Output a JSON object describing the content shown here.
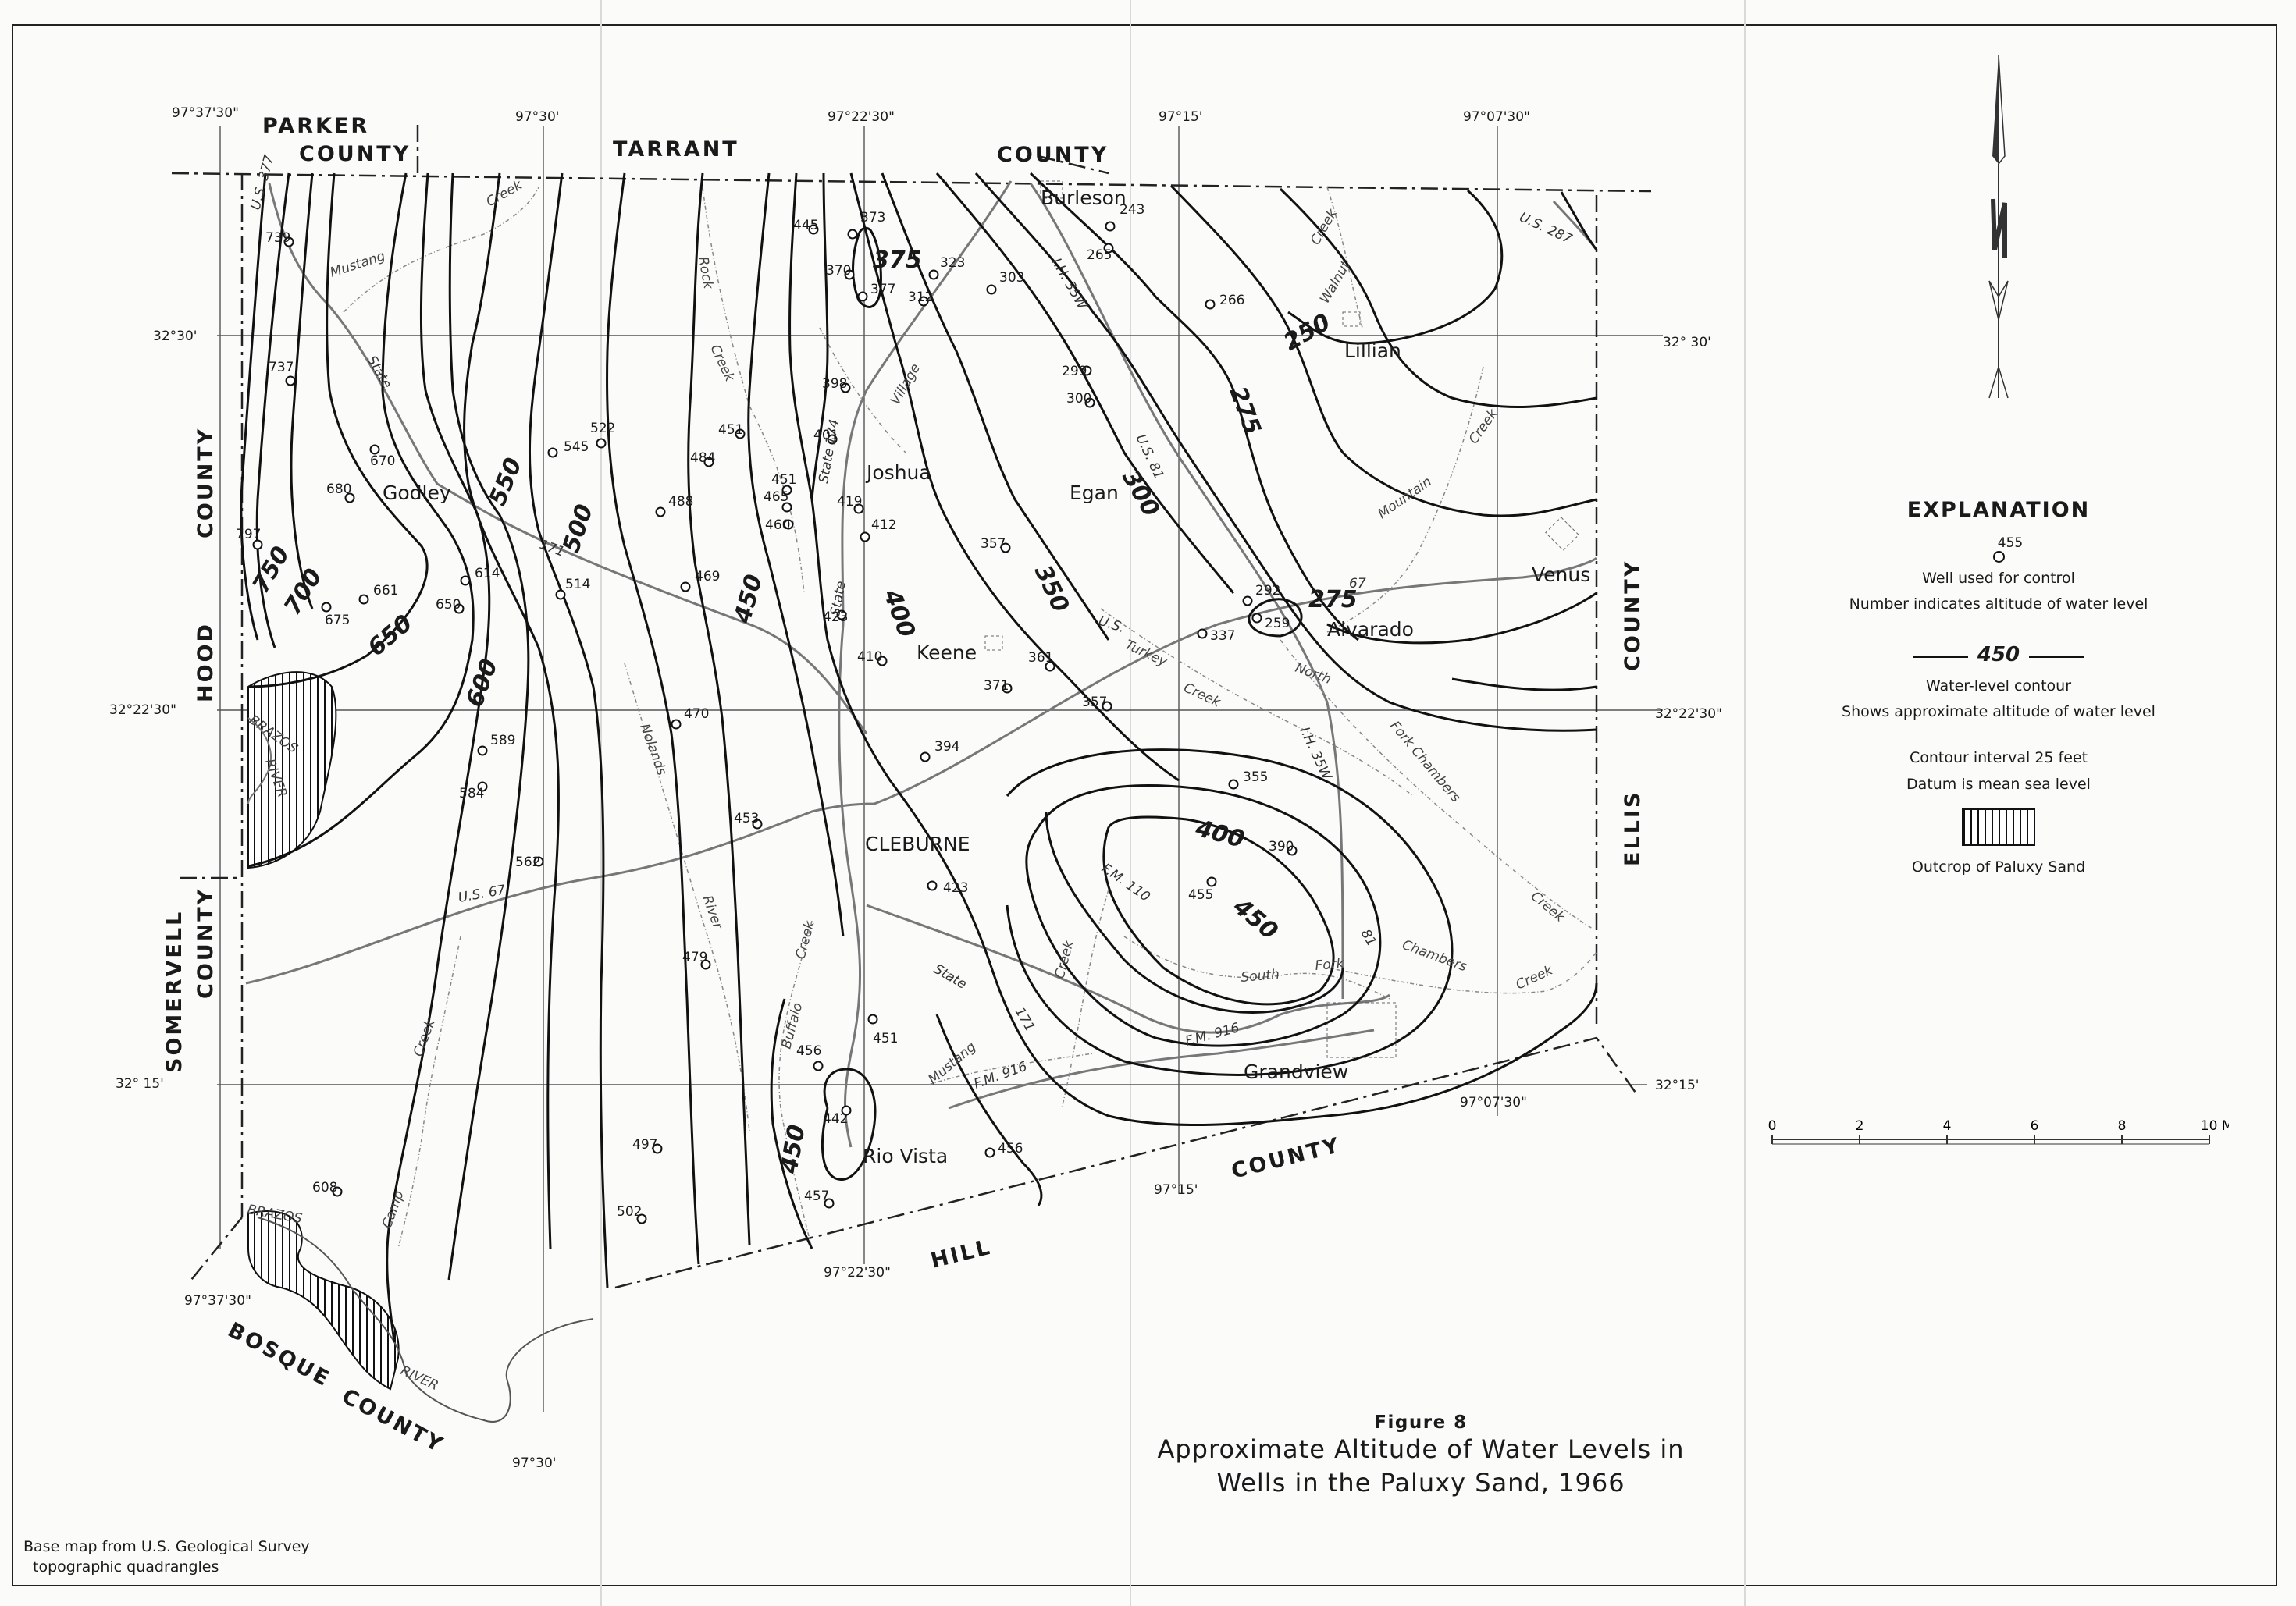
{
  "counties": {
    "parker": "PARKER",
    "parker_county": "COUNTY",
    "tarrant": "TARRANT",
    "tarrant_county": "COUNTY",
    "hood": "HOOD",
    "hood_county": "COUNTY",
    "somervell": "SOMERVELL",
    "somervell_county": "COUNTY",
    "ellis": "ELLIS",
    "ellis_county": "COUNTY",
    "hill": "HILL",
    "hill_county": "COUNTY",
    "bosque": "BOSQUE",
    "bosque_county": "COUNTY"
  },
  "towns": {
    "burleson": "Burleson",
    "lillian": "Lillian",
    "joshua": "Joshua",
    "godley": "Godley",
    "egan": "Egan",
    "venus": "Venus",
    "alvarado": "Alvarado",
    "keene": "Keene",
    "cleburne": "CLEBURNE",
    "grandview": "Grandview",
    "rio_vista": "Rio Vista"
  },
  "coordinates": {
    "lon_1a": "97°37'30\"",
    "lon_2a": "97°30'",
    "lon_3a": "97°22'30\"",
    "lon_4a": "97°15'",
    "lon_5a": "97°07'30\"",
    "lat_1l": "32°30'",
    "lat_1r": "32° 30'",
    "lat_2l": "32°22'30\"",
    "lat_2r": "32°22'30\"",
    "lat_3l": "32° 15'",
    "lat_3r": "32°15'",
    "lon_1b": "97°37'30\"",
    "lon_2b": "97°30'",
    "lon_3b": "97°22'30\"",
    "lon_4b": "97°15'",
    "lon_5b": "97°07'30\""
  },
  "wells": [
    {
      "v": "739"
    },
    {
      "v": "737"
    },
    {
      "v": "670"
    },
    {
      "v": "680"
    },
    {
      "v": "797"
    },
    {
      "v": "675"
    },
    {
      "v": "661"
    },
    {
      "v": "650"
    },
    {
      "v": "614"
    },
    {
      "v": "545"
    },
    {
      "v": "522"
    },
    {
      "v": "514"
    },
    {
      "v": "488"
    },
    {
      "v": "484"
    },
    {
      "v": "469"
    },
    {
      "v": "451"
    },
    {
      "v": "451"
    },
    {
      "v": "465"
    },
    {
      "v": "460"
    },
    {
      "v": "401"
    },
    {
      "v": "419"
    },
    {
      "v": "412"
    },
    {
      "v": "423"
    },
    {
      "v": "445"
    },
    {
      "v": "373"
    },
    {
      "v": "370"
    },
    {
      "v": "377"
    },
    {
      "v": "323"
    },
    {
      "v": "312"
    },
    {
      "v": "303"
    },
    {
      "v": "398"
    },
    {
      "v": "265"
    },
    {
      "v": "243"
    },
    {
      "v": "266"
    },
    {
      "v": "299"
    },
    {
      "v": "300"
    },
    {
      "v": "357"
    },
    {
      "v": "292"
    },
    {
      "v": "259"
    },
    {
      "v": "337"
    },
    {
      "v": "410"
    },
    {
      "v": "371"
    },
    {
      "v": "361"
    },
    {
      "v": "357"
    },
    {
      "v": "470"
    },
    {
      "v": "394"
    },
    {
      "v": "589"
    },
    {
      "v": "584"
    },
    {
      "v": "562"
    },
    {
      "v": "453"
    },
    {
      "v": "423"
    },
    {
      "v": "355"
    },
    {
      "v": "390"
    },
    {
      "v": "455"
    },
    {
      "v": "479"
    },
    {
      "v": "456"
    },
    {
      "v": "451"
    },
    {
      "v": "442"
    },
    {
      "v": "456"
    },
    {
      "v": "497"
    },
    {
      "v": "502"
    },
    {
      "v": "457"
    },
    {
      "v": "608"
    }
  ],
  "contour_labels": {
    "c750": "750",
    "c700": "700",
    "c650": "650",
    "c600": "600",
    "c550": "550",
    "c500": "500",
    "c450a": "450",
    "c400a": "400",
    "c375": "375",
    "c350": "350",
    "c300": "300",
    "c275a": "275",
    "c275b": "275",
    "c250": "250",
    "c400b": "400",
    "c450b": "450",
    "c450c": "450"
  },
  "roads": {
    "us377": "U.S. 377",
    "state171": "State",
    "state171n": "171",
    "state174": "State 174",
    "us67a": "U.S. 67",
    "us67b": "67",
    "us67c": "U.S.",
    "us81a": "U.S. 81",
    "us81b": "81",
    "ih35w": "I.H. 35W",
    "ih35wb": "I.H. 35W",
    "us287": "U.S. 287",
    "fm916a": "F.M. 916",
    "fm916b": "F.M. 916",
    "fm110": "F.M. 110",
    "state171c": "State",
    "state171d": "171",
    "us67d": "U.S. 67",
    "state174b": "State",
    "state174c": "174"
  },
  "streams": {
    "mustang_creek": "Mustang",
    "mustang_creek2": "Creek",
    "rock_creek": "Rock",
    "rock_creek2": "Creek",
    "village_creek": "Village",
    "village_creek2": "Creek",
    "walnut_creek": "Walnut",
    "walnut_creek2": "Creek",
    "mountain_creek": "Mountain",
    "mountain_creek2": "Creek",
    "turkey_creek": "Turkey",
    "turkey_creek2": "Creek",
    "north_fork": "North",
    "fork_chambers": "Fork Chambers",
    "nolands_river": "Nolands",
    "nolands_river2": "River",
    "brazos1": "BRAZOS",
    "brazos1b": "RIVER",
    "buffalo_creek": "Buffalo",
    "buffalo_creek2": "Creek",
    "south_fork": "South",
    "south_fork2": "Fork",
    "chambers": "Chambers",
    "creek_east": "Creek",
    "creek_east2": "Creek",
    "mustang_creek_s": "Mustang",
    "creek_s": "Creek",
    "camp_creek": "Camp",
    "camp_creek2": "Creek",
    "brazos2": "BRAZOS",
    "brazos2b": "RIVER"
  },
  "explanation": {
    "title": "EXPLANATION",
    "sample_value": "455",
    "well_label": "Well used for control",
    "well_desc": "Number indicates altitude of water level",
    "contour_sample": "450",
    "contour_label": "Water-level contour",
    "contour_desc": "Shows approximate altitude of water level",
    "interval": "Contour interval 25 feet",
    "datum": "Datum is mean sea level",
    "outcrop": "Outcrop of Paluxy Sand"
  },
  "scale": {
    "ticks": [
      "0",
      "2",
      "4",
      "6",
      "8",
      "10"
    ],
    "unit": "Miles"
  },
  "caption": {
    "figure": "Figure 8",
    "title_line1": "Approximate Altitude of Water Levels in",
    "title_line2": "Wells in the Paluxy Sand, 1966"
  },
  "credit": {
    "line1": "Base map from U.S. Geological Survey",
    "line2": "topographic quadrangles"
  },
  "north_arrow": "N"
}
